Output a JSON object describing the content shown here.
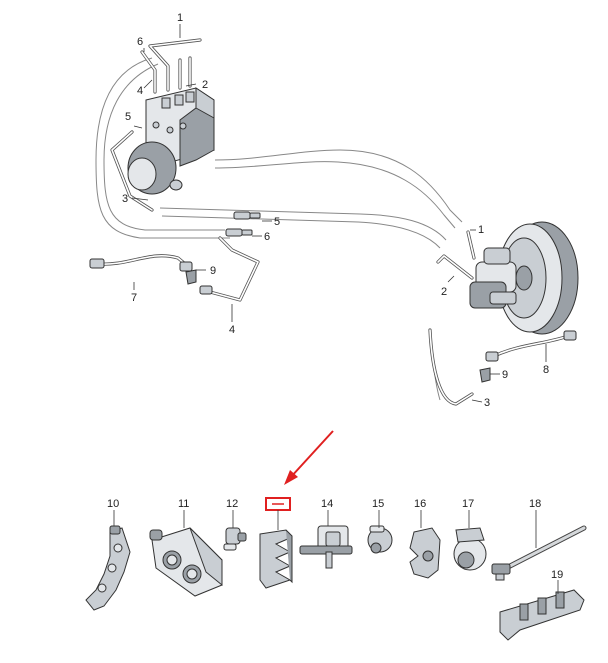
{
  "accent_color": "#e02020",
  "callouts": {
    "top": [
      {
        "id": "1",
        "text": "1"
      },
      {
        "id": "6",
        "text": "6"
      },
      {
        "id": "4",
        "text": "4"
      },
      {
        "id": "2",
        "text": "2"
      },
      {
        "id": "5",
        "text": "5"
      },
      {
        "id": "3",
        "text": "3"
      },
      {
        "id": "5b",
        "text": "5"
      },
      {
        "id": "6b",
        "text": "6"
      },
      {
        "id": "9",
        "text": "9"
      },
      {
        "id": "7",
        "text": "7"
      },
      {
        "id": "4b",
        "text": "4"
      },
      {
        "id": "1b",
        "text": "1"
      },
      {
        "id": "2b",
        "text": "2"
      },
      {
        "id": "9b",
        "text": "9"
      },
      {
        "id": "8",
        "text": "8"
      },
      {
        "id": "3b",
        "text": "3"
      }
    ],
    "bottom": [
      {
        "id": "10",
        "text": "10"
      },
      {
        "id": "11",
        "text": "11"
      },
      {
        "id": "12",
        "text": "12"
      },
      {
        "id": "14",
        "text": "14"
      },
      {
        "id": "15",
        "text": "15"
      },
      {
        "id": "16",
        "text": "16"
      },
      {
        "id": "17",
        "text": "17"
      },
      {
        "id": "18",
        "text": "18"
      },
      {
        "id": "19",
        "text": "19"
      }
    ]
  },
  "highlight": {
    "label_text": "",
    "color": "#e02020"
  }
}
